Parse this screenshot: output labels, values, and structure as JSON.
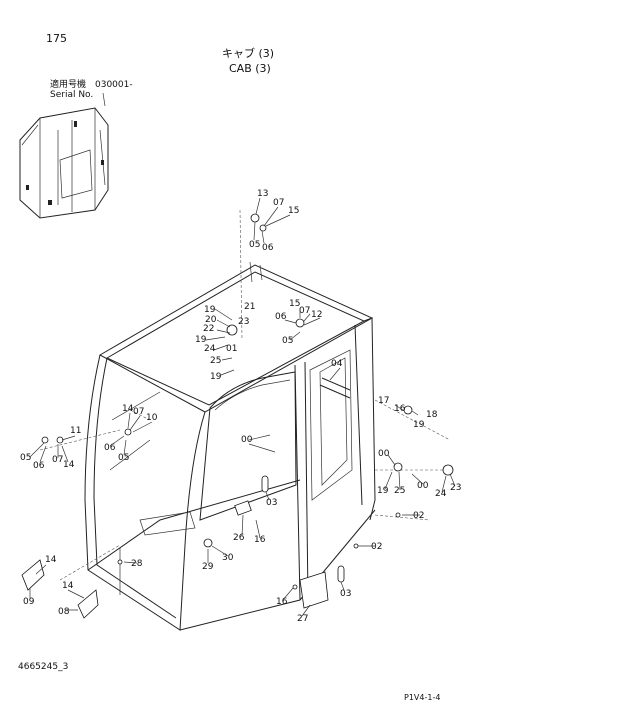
{
  "header": {
    "page_number": "175",
    "title_jp": "キャブ (3)",
    "title_en": "CAB (3)",
    "serial_label_jp": "適用号機",
    "serial_label_en": "Serial No.",
    "serial_value": "030001-"
  },
  "footer": {
    "doc_number": "4665245_3",
    "page_code": "P1V4-1-4"
  },
  "callouts": {
    "c13": "13",
    "c07a": "07",
    "c15a": "15",
    "c05a": "05",
    "c06a": "06",
    "c21": "21",
    "c19a": "19",
    "c20": "20",
    "c23a": "23",
    "c22": "22",
    "c19b": "19",
    "c24a": "24",
    "c01": "01",
    "c25": "25",
    "c19c": "19",
    "c15b": "15",
    "c07b": "07",
    "c06b": "06",
    "c12": "12",
    "c05b": "05",
    "c04": "04",
    "c14a": "14",
    "c07c": "07",
    "c10": "10",
    "c06c": "06",
    "c05c": "05",
    "c11": "11",
    "c05d": "05",
    "c06d": "06",
    "c07d": "07",
    "c14b": "14",
    "c00a": "00",
    "c17": "17",
    "c16a": "16",
    "c18": "18",
    "c19d": "19",
    "c00b": "00",
    "c19e": "19",
    "c25b": "25",
    "c00c": "00",
    "c24b": "24",
    "c23b": "23",
    "c03a": "03",
    "c26": "26",
    "c16b": "16",
    "c02a": "02",
    "c02b": "02",
    "c29": "29",
    "c30": "30",
    "c28": "28",
    "c14c": "14",
    "c09": "09",
    "c14d": "14",
    "c08": "08",
    "c16c": "16",
    "c27": "27",
    "c03b": "03"
  }
}
